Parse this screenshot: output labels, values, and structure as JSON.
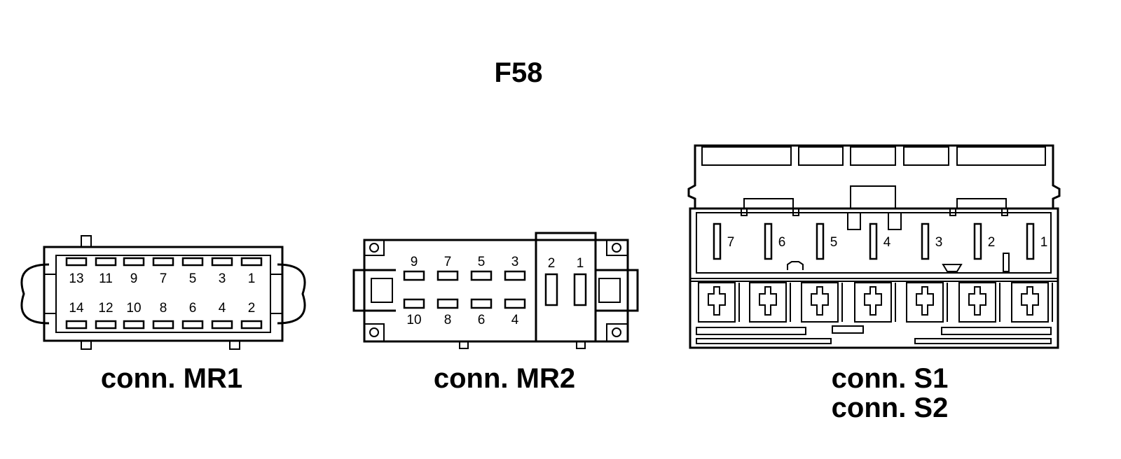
{
  "title": "F58",
  "connectors": {
    "mr1": {
      "caption": "conn. MR1",
      "top_pins": [
        "13",
        "11",
        "9",
        "7",
        "5",
        "3",
        "1"
      ],
      "bottom_pins": [
        "14",
        "12",
        "10",
        "8",
        "6",
        "4",
        "2"
      ]
    },
    "mr2": {
      "caption": "conn. MR2",
      "top_pins": [
        "9",
        "7",
        "5",
        "3"
      ],
      "bottom_pins": [
        "10",
        "8",
        "6",
        "4"
      ],
      "side_pins": [
        "2",
        "1"
      ]
    },
    "s1s2": {
      "caption_line1": "conn. S1",
      "caption_line2": "conn. S2",
      "pins": [
        "7",
        "6",
        "5",
        "4",
        "3",
        "2",
        "1"
      ]
    }
  }
}
